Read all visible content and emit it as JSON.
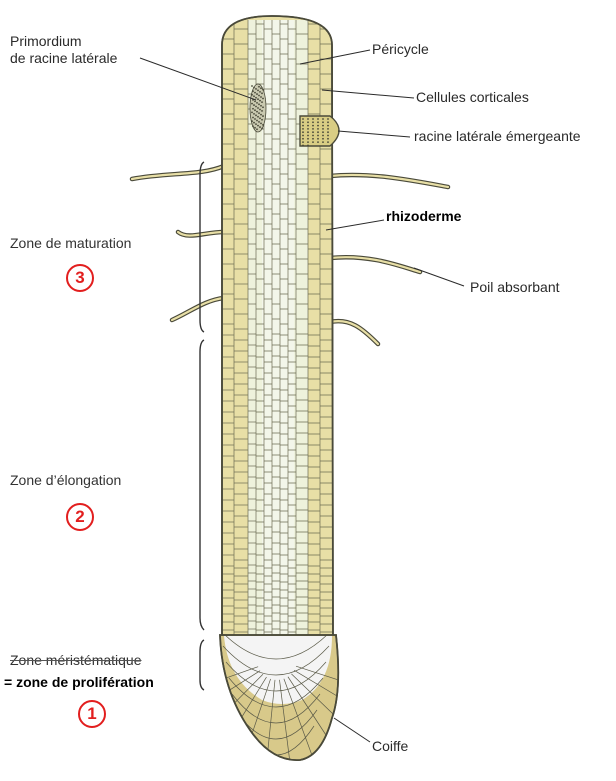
{
  "labels": {
    "primordium_line1": "Primordium",
    "primordium_line2": "de racine latérale",
    "pericycle": "Péricycle",
    "cellules_corticales": "Cellules corticales",
    "racine_laterale": "racine latérale émergeante",
    "rhizoderme": "rhizoderme",
    "poil_absorbant": "Poil absorbant",
    "coiffe": "Coiffe"
  },
  "zones": {
    "maturation": {
      "label": "Zone de maturation",
      "number": "3"
    },
    "elongation": {
      "label": "Zone d’élongation",
      "number": "2"
    },
    "meristematique": {
      "label": "Zone méristématique",
      "sublabel": "= zone de prolifération",
      "number": "1"
    }
  },
  "colors": {
    "tissue": "#e8dfa6",
    "tissue_dark": "#d9cd84",
    "inner": "#eef2dc",
    "meristem": "#f4f4f4",
    "cap": "#d8c98a",
    "outline": "#4a4a3a",
    "badge": "#e21e1e"
  }
}
